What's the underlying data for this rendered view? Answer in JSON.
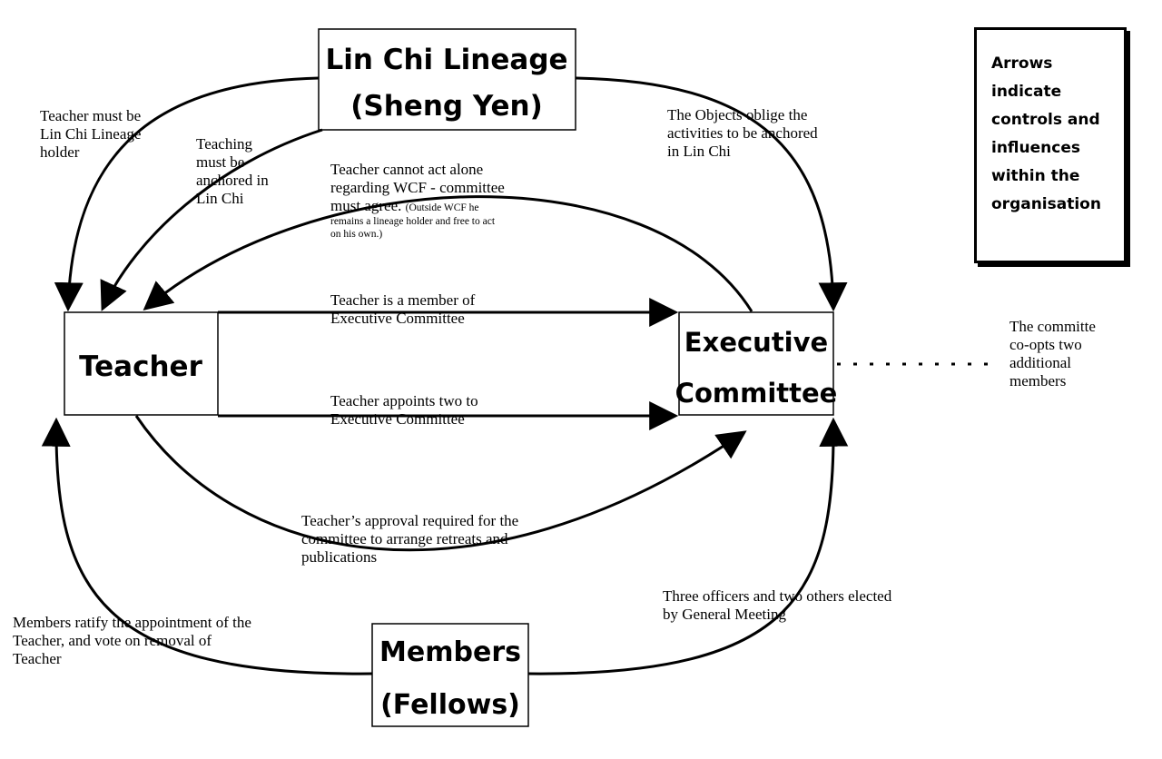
{
  "boxes": {
    "lineage": {
      "line1": "Lin Chi Lineage",
      "line2": "(Sheng Yen)"
    },
    "teacher": {
      "label": "Teacher"
    },
    "committee": {
      "line1": "Executive",
      "line2": "Committee"
    },
    "members": {
      "line1": "Members",
      "line2": "(Fellows)"
    }
  },
  "legend": {
    "lines": [
      "Arrows",
      "indicate",
      "controls and",
      "influences",
      "within the",
      "organisation"
    ]
  },
  "labels": {
    "teacher_lineage": [
      "Teacher must be",
      "Lin Chi Lineage",
      "holder"
    ],
    "teaching_anchored": [
      "Teaching",
      "must be",
      "anchored in",
      "Lin Chi"
    ],
    "cannot_act_alone": [
      "Teacher cannot act alone",
      "regarding WCF - committee",
      "must agree."
    ],
    "cannot_act_note_inline": "(Outside WCF he",
    "cannot_act_note": [
      "remains a lineage holder and free to act",
      "on his own.)"
    ],
    "objects_oblige": [
      "The Objects oblige the",
      "activities to be anchored",
      "in Lin Chi"
    ],
    "member_of_committee": [
      "Teacher is a member of",
      "Executive Committee"
    ],
    "appoints_two": [
      "Teacher appoints two to",
      "Executive Committee"
    ],
    "coopts": [
      "The committe",
      "co-opts two",
      "additional",
      "members"
    ],
    "approval_required": [
      "Teacher’s approval required for the",
      "committee to arrange retreats and",
      "publications"
    ],
    "members_ratify": [
      "Members ratify the appointment of the",
      "Teacher, and vote on removal of",
      "Teacher"
    ],
    "officers_elected": [
      "Three officers and two others elected",
      "by General Meeting"
    ]
  }
}
